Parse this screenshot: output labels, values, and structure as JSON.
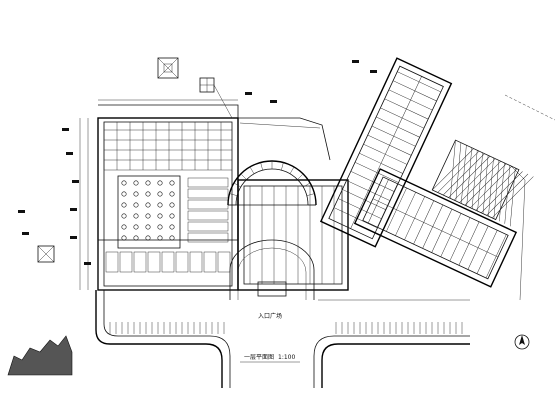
{
  "drawing": {
    "type": "architectural floor plan",
    "ink_color": "#111111",
    "paper_color": "#ffffff",
    "labels": {
      "entrance_label": "入口广场",
      "plan_title": "一层平面图",
      "scale_note": "1:100"
    },
    "icons": [
      "north-arrow-icon",
      "compass-icon",
      "column-detail-icon"
    ]
  }
}
